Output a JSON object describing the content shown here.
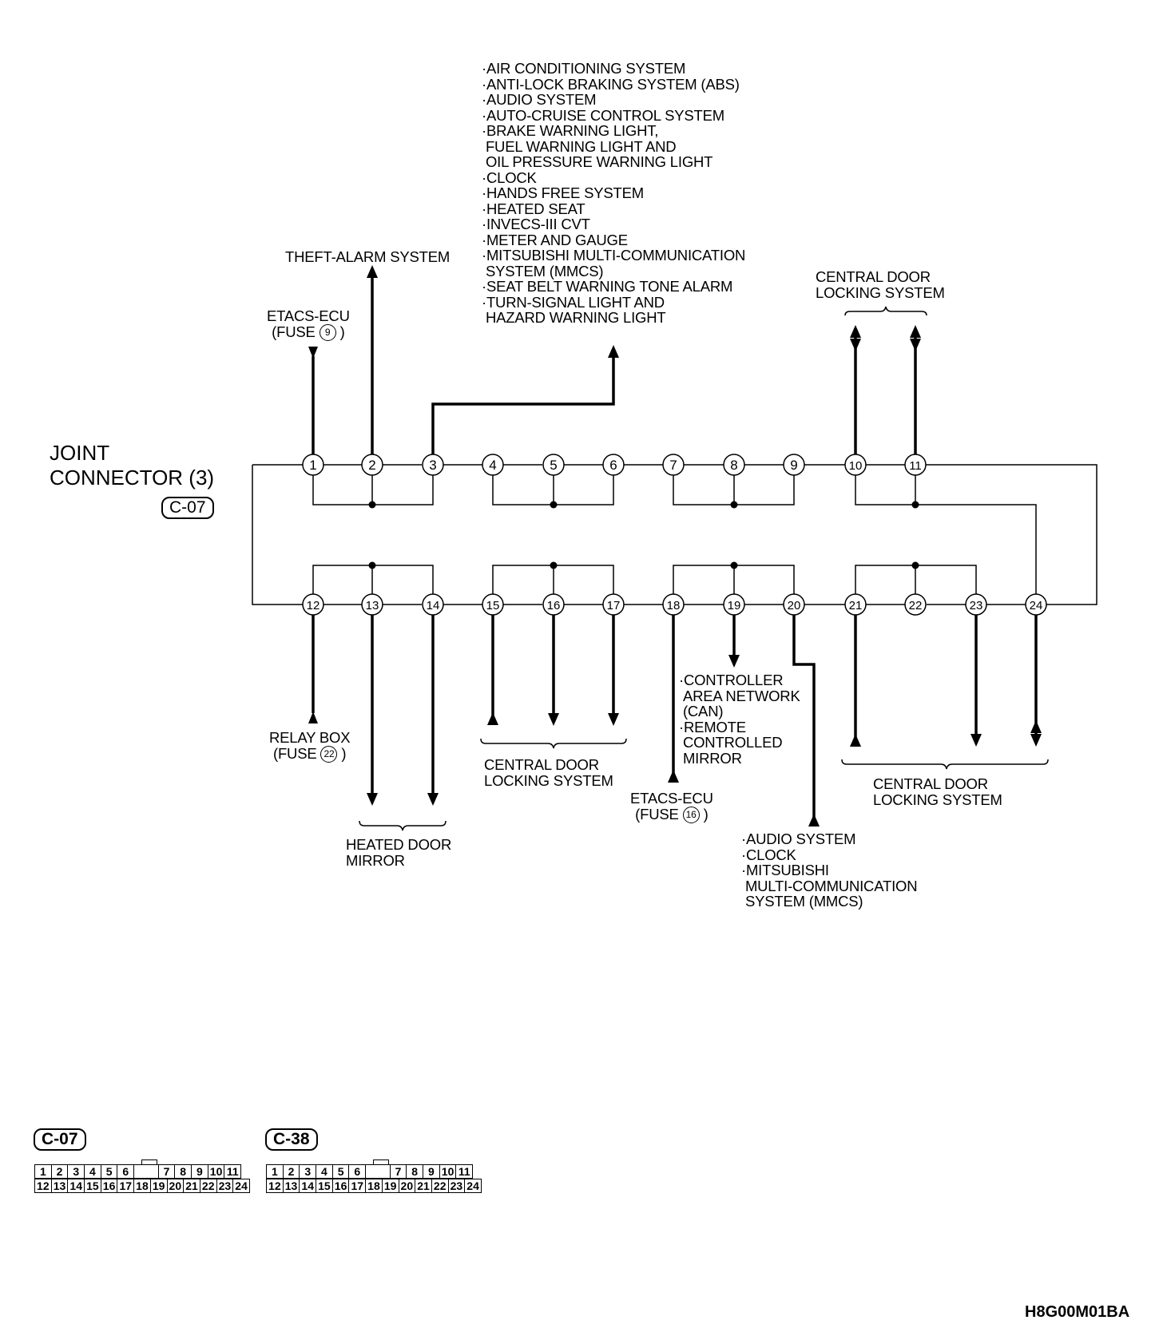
{
  "title_lines": [
    "JOINT",
    "CONNECTOR (3)"
  ],
  "connector_id": "C-07",
  "pins": [
    "1",
    "2",
    "3",
    "4",
    "5",
    "6",
    "7",
    "8",
    "9",
    "10",
    "11",
    "12",
    "13",
    "14",
    "15",
    "16",
    "17",
    "18",
    "19",
    "20",
    "21",
    "22",
    "23",
    "24"
  ],
  "labels": {
    "etacs_top": {
      "lines": [
        "ETACS-ECU",
        "(FUSE"
      ],
      "fuse": "9",
      "close": ")"
    },
    "theft_alarm": {
      "lines": [
        "THEFT-ALARM SYSTEM"
      ]
    },
    "systems_list": {
      "lines": [
        "·AIR CONDITIONING SYSTEM",
        "·ANTI-LOCK BRAKING SYSTEM (ABS)",
        "·AUDIO SYSTEM",
        "·AUTO-CRUISE CONTROL SYSTEM",
        "·BRAKE WARNING LIGHT,",
        " FUEL WARNING LIGHT AND",
        " OIL PRESSURE WARNING LIGHT",
        "·CLOCK",
        "·HANDS FREE SYSTEM",
        "·HEATED SEAT",
        "·INVECS-III CVT",
        "·METER AND GAUGE",
        "·MITSUBISHI MULTI-COMMUNICATION",
        " SYSTEM (MMCS)",
        "·SEAT BELT WARNING TONE ALARM",
        "·TURN-SIGNAL LIGHT AND",
        " HAZARD WARNING LIGHT"
      ]
    },
    "central_door_top": {
      "lines": [
        "CENTRAL DOOR",
        "LOCKING SYSTEM"
      ]
    },
    "relay_box": {
      "lines": [
        "RELAY BOX",
        "(FUSE"
      ],
      "fuse": "22",
      "close": ")"
    },
    "heated_mirror": {
      "lines": [
        "HEATED DOOR",
        "MIRROR"
      ]
    },
    "central_door_mid": {
      "lines": [
        "CENTRAL DOOR",
        "LOCKING SYSTEM"
      ]
    },
    "etacs_bottom": {
      "lines": [
        "ETACS-ECU",
        "(FUSE"
      ],
      "fuse": "16",
      "close": ")"
    },
    "can_mirror": {
      "lines": [
        "·CONTROLLER",
        " AREA NETWORK",
        " (CAN)",
        "·REMOTE",
        " CONTROLLED",
        " MIRROR"
      ]
    },
    "audio_list": {
      "lines": [
        "·AUDIO SYSTEM",
        "·CLOCK",
        "·MITSUBISHI",
        " MULTI-COMMUNICATION",
        " SYSTEM (MMCS)"
      ]
    },
    "central_door_right": {
      "lines": [
        "CENTRAL DOOR",
        "LOCKING SYSTEM"
      ]
    }
  },
  "connector_views": [
    {
      "id": "C-07",
      "row1": [
        "1",
        "2",
        "3",
        "4",
        "5",
        "6",
        "",
        "7",
        "8",
        "9",
        "10",
        "11"
      ],
      "row2": [
        "12",
        "13",
        "14",
        "15",
        "16",
        "17",
        "18",
        "19",
        "20",
        "21",
        "22",
        "23",
        "24"
      ]
    },
    {
      "id": "C-38",
      "row1": [
        "1",
        "2",
        "3",
        "4",
        "5",
        "6",
        "",
        "7",
        "8",
        "9",
        "10",
        "11"
      ],
      "row2": [
        "12",
        "13",
        "14",
        "15",
        "16",
        "17",
        "18",
        "19",
        "20",
        "21",
        "22",
        "23",
        "24"
      ]
    }
  ],
  "figure_code": "H8G00M01BA"
}
